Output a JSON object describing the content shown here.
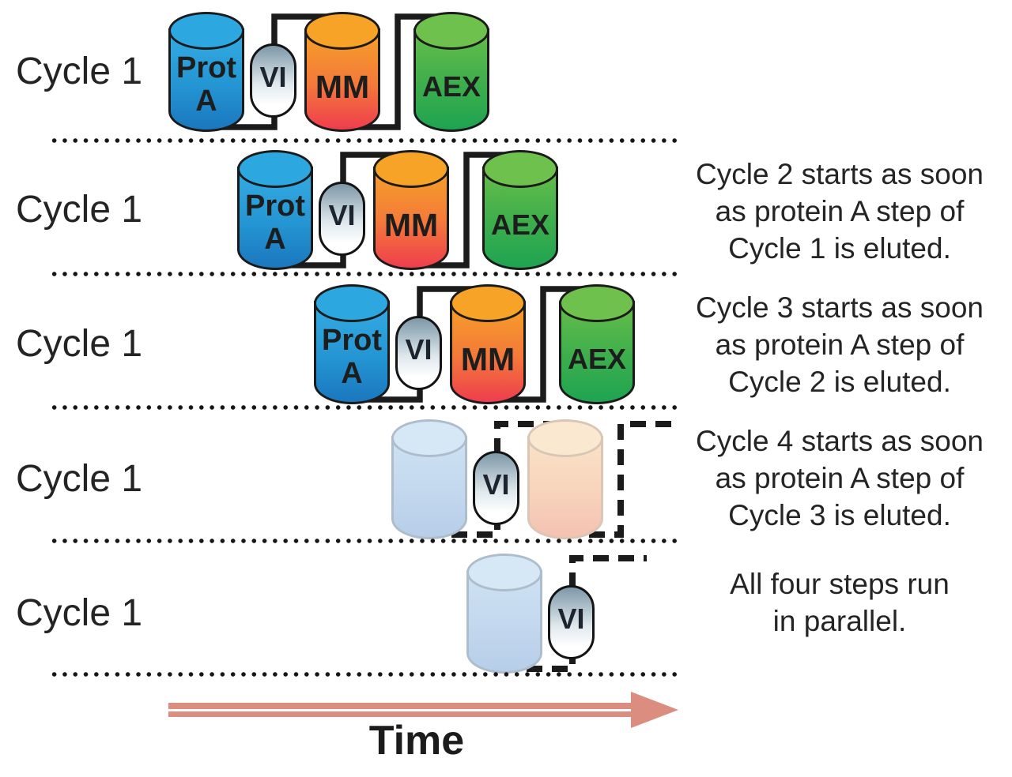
{
  "rows": [
    {
      "label": "Cycle 1",
      "connector_style": "solid",
      "steps": [
        {
          "kind": "cylinder",
          "id": "prot-a",
          "text": "Prot A",
          "lines": [
            "Prot",
            "A"
          ],
          "color_key": "blue",
          "faded": false
        },
        {
          "kind": "valve",
          "id": "vi",
          "text": "VI"
        },
        {
          "kind": "cylinder",
          "id": "mm",
          "text": "MM",
          "lines": [
            "MM"
          ],
          "color_key": "orange",
          "faded": false
        },
        {
          "kind": "cylinder",
          "id": "aex",
          "text": "AEX",
          "lines": [
            "AEX"
          ],
          "color_key": "green",
          "faded": false
        }
      ]
    },
    {
      "label": "Cycle 1",
      "connector_style": "solid",
      "steps": [
        {
          "kind": "cylinder",
          "id": "prot-a",
          "text": "Prot A",
          "lines": [
            "Prot",
            "A"
          ],
          "color_key": "blue",
          "faded": false
        },
        {
          "kind": "valve",
          "id": "vi",
          "text": "VI"
        },
        {
          "kind": "cylinder",
          "id": "mm",
          "text": "MM",
          "lines": [
            "MM"
          ],
          "color_key": "orange",
          "faded": false
        },
        {
          "kind": "cylinder",
          "id": "aex",
          "text": "AEX",
          "lines": [
            "AEX"
          ],
          "color_key": "green",
          "faded": false
        }
      ]
    },
    {
      "label": "Cycle 1",
      "connector_style": "solid",
      "steps": [
        {
          "kind": "cylinder",
          "id": "prot-a",
          "text": "Prot A",
          "lines": [
            "Prot",
            "A"
          ],
          "color_key": "blue",
          "faded": false
        },
        {
          "kind": "valve",
          "id": "vi",
          "text": "VI"
        },
        {
          "kind": "cylinder",
          "id": "mm",
          "text": "MM",
          "lines": [
            "MM"
          ],
          "color_key": "orange",
          "faded": false
        },
        {
          "kind": "cylinder",
          "id": "aex",
          "text": "AEX",
          "lines": [
            "AEX"
          ],
          "color_key": "green",
          "faded": false
        }
      ]
    },
    {
      "label": "Cycle 1",
      "connector_style": "dashed",
      "phantom": "next-columns",
      "steps": [
        {
          "kind": "cylinder",
          "id": "prot-a-faded",
          "text": "",
          "lines": [],
          "color_key": "faded_blue",
          "faded": true
        },
        {
          "kind": "valve",
          "id": "vi",
          "text": "VI"
        },
        {
          "kind": "cylinder",
          "id": "mm-faded",
          "text": "",
          "lines": [],
          "color_key": "faded_peach",
          "faded": true
        }
      ]
    },
    {
      "label": "Cycle 1",
      "connector_style": "dashed",
      "phantom": "tail",
      "steps": [
        {
          "kind": "cylinder",
          "id": "prot-a-faded",
          "text": "",
          "lines": [],
          "color_key": "faded_blue",
          "faded": true
        },
        {
          "kind": "valve",
          "id": "vi",
          "text": "VI"
        }
      ]
    }
  ],
  "annotations": [
    {
      "lines": [
        "Cycle 2 starts as soon",
        "as protein A step of",
        "Cycle 1 is eluted."
      ]
    },
    {
      "lines": [
        "Cycle 3 starts as soon",
        "as protein A step of",
        "Cycle 2 is eluted."
      ]
    },
    {
      "lines": [
        "Cycle 4 starts as soon",
        "as protein A step of",
        "Cycle 3 is eluted."
      ]
    },
    {
      "lines": [
        "All four steps run",
        "in parallel."
      ]
    }
  ],
  "time_axis": {
    "label": "Time",
    "arrow_color": "#DB8D80"
  },
  "colors": {
    "connector": "#1b1b1b",
    "text": "#242424",
    "blue": {
      "ellipse": "#2DA7DF",
      "body_top": "#35ACE3",
      "body_mid": "#2496D3",
      "body_bottom": "#1B77BE",
      "border": "#1b1b1b"
    },
    "orange": {
      "ellipse": "#F6A327",
      "body_top": "#F6A327",
      "body_mid": "#F4793A",
      "body_bottom": "#EF3D4D",
      "border": "#1b1b1b"
    },
    "green": {
      "ellipse": "#6FC14D",
      "body_top": "#67BE49",
      "body_mid": "#3DAE4C",
      "body_bottom": "#1FA452",
      "border": "#1b1b1b"
    },
    "faded_blue": {
      "ellipse": "#D6E7F6",
      "body_top": "#CFE2F4",
      "body_mid": "#C3D8EE",
      "body_bottom": "#B7CEE9",
      "border": "#AEBDCB"
    },
    "faded_peach": {
      "ellipse": "#FBE8D0",
      "body_top": "#FAE3C8",
      "body_mid": "#F8D4BC",
      "body_bottom": "#F4C2B2",
      "border": "#D9C6B6"
    }
  }
}
